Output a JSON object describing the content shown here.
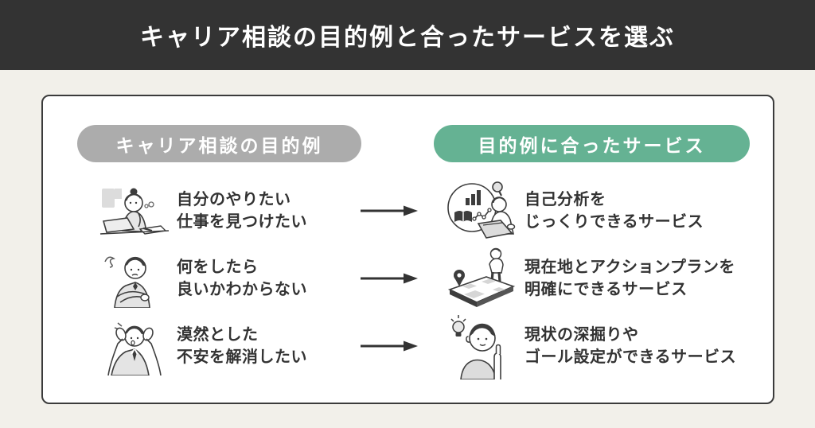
{
  "header": {
    "title": "キャリア相談の目的例と合ったサービスを選ぶ"
  },
  "panel": {
    "left_header": {
      "label": "キャリア相談の目的例",
      "bg": "#ACACAC"
    },
    "right_header": {
      "label": "目的例に合ったサービス",
      "bg": "#65B293"
    },
    "rows": [
      {
        "left_icon": "thinking-woman-desk-icon",
        "left_line1": "自分のやりたい",
        "left_line2": "仕事を見つけたい",
        "right_icon": "self-analysis-chart-icon",
        "right_line1": "自己分析を",
        "right_line2": "じっくりできるサービス"
      },
      {
        "left_icon": "confused-man-icon",
        "left_line1": "何をしたら",
        "left_line2": "良いかわからない",
        "right_icon": "map-location-icon",
        "right_line1": "現在地とアクションプランを",
        "right_line2": "明確にできるサービス"
      },
      {
        "left_icon": "anxious-man-icon",
        "left_line1": "漠然とした",
        "left_line2": "不安を解消したい",
        "right_icon": "idea-pointing-icon",
        "right_line1": "現状の深掘りや",
        "right_line2": "ゴール設定ができるサービス"
      }
    ]
  },
  "colors": {
    "page_bg": "#F2F0EA",
    "header_bg": "#333333",
    "card_border": "#3B3B3B",
    "text": "#333333",
    "arrow": "#333333"
  }
}
